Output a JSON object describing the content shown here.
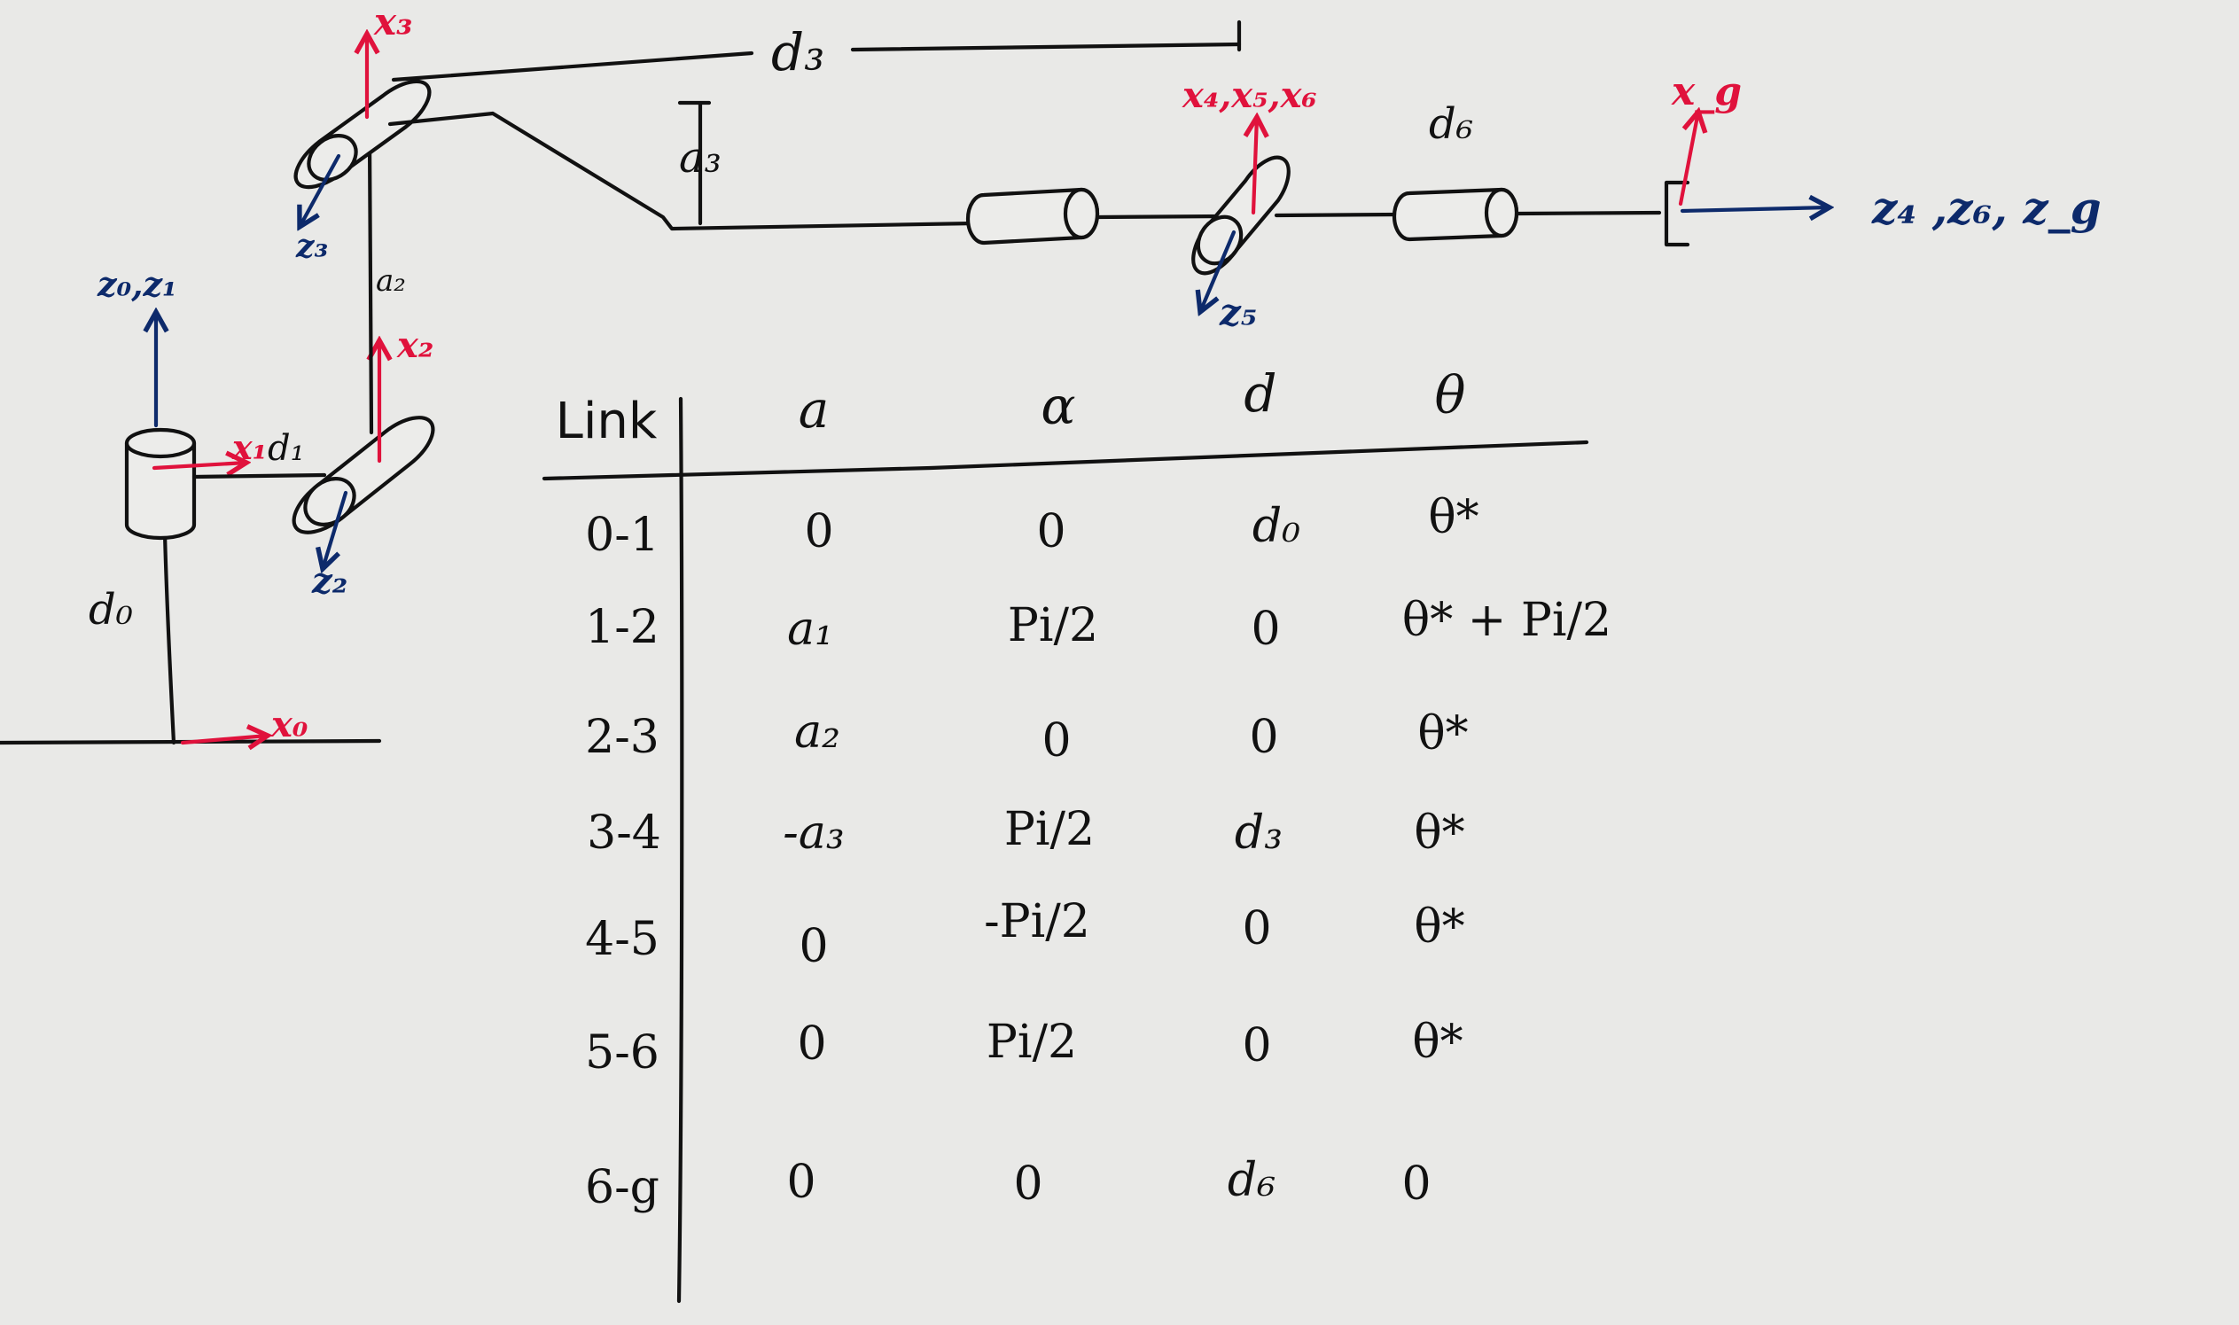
{
  "colors": {
    "background": "#e9e9e7",
    "ink": "#111111",
    "x_axis": "#e0123c",
    "z_axis": "#0d2a6b"
  },
  "diagram": {
    "frame_labels": {
      "x0": "x₀",
      "x1": "x₁",
      "x2": "x₂",
      "x3": "x₃",
      "x456": "x₄,x₅,x₆",
      "xg": "x_g",
      "z01": "z₀,z₁",
      "z2": "z₂",
      "z3": "z₃",
      "z5": "z₅",
      "z46g": "z₄ ,z₆, z_g"
    },
    "dimension_labels": {
      "d0": "d₀",
      "d1": "d₁",
      "a2": "a₂",
      "d3": "d₃",
      "a3": "a₃",
      "d6": "d₆"
    }
  },
  "dh_table": {
    "headers": [
      "Link",
      "a",
      "α",
      "d",
      "θ"
    ],
    "rows": [
      {
        "link": "0-1",
        "a": "0",
        "alpha": "0",
        "d": "d₀",
        "theta": "θ*"
      },
      {
        "link": "1-2",
        "a": "a₁",
        "alpha": "Pi/2",
        "d": "0",
        "theta": "θ* + Pi/2"
      },
      {
        "link": "2-3",
        "a": "a₂",
        "alpha": "0",
        "d": "0",
        "theta": "θ*"
      },
      {
        "link": "3-4",
        "a": "-a₃",
        "alpha": "Pi/2",
        "d": "d₃",
        "theta": "θ*"
      },
      {
        "link": "4-5",
        "a": "0",
        "alpha": "-Pi/2",
        "d": "0",
        "theta": "θ*"
      },
      {
        "link": "5-6",
        "a": "0",
        "alpha": "Pi/2",
        "d": "0",
        "theta": "θ*"
      },
      {
        "link": "6-g",
        "a": "0",
        "alpha": "0",
        "d": "d₆",
        "theta": "0"
      }
    ]
  }
}
